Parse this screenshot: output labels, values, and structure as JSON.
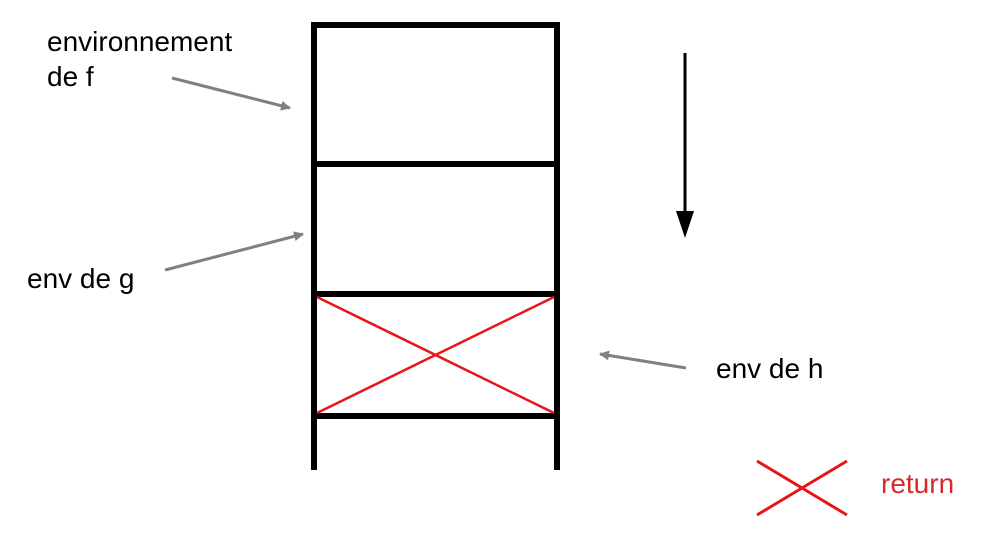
{
  "labels": {
    "env_f_line1": "environnement",
    "env_f_line2": "de f",
    "env_g": "env de g",
    "env_h": "env de h",
    "legend_return": "return"
  },
  "colors": {
    "frame": "#000000",
    "arrow_gray": "#808080",
    "cross_red": "#e8161b",
    "legend_text": "#d42a2a"
  },
  "stack": {
    "frames": [
      "environnement de f",
      "env de g",
      "env de h"
    ],
    "popped_frame": "env de h",
    "growth_direction": "down"
  }
}
